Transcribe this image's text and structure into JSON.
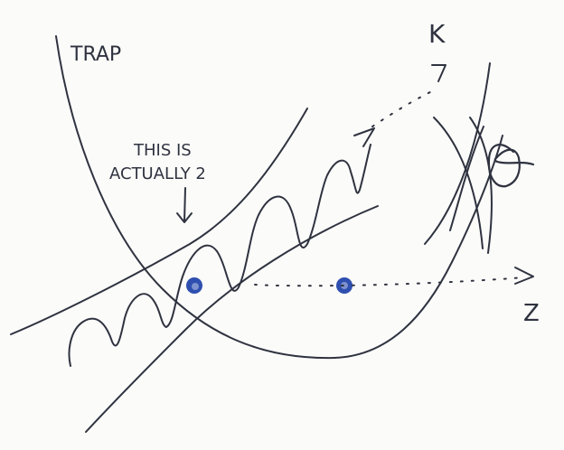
{
  "diagram": {
    "labels": {
      "trap": "TRAP",
      "annotation_line1": "THIS IS",
      "annotation_line2": "ACTUALLY 2",
      "k_label": "K",
      "z_label": "Z",
      "theta_symbol": "θ"
    },
    "colors": {
      "ink": "#2f3340",
      "blue_ink": "#2f4fb0",
      "paper": "#fbfbf9"
    }
  }
}
